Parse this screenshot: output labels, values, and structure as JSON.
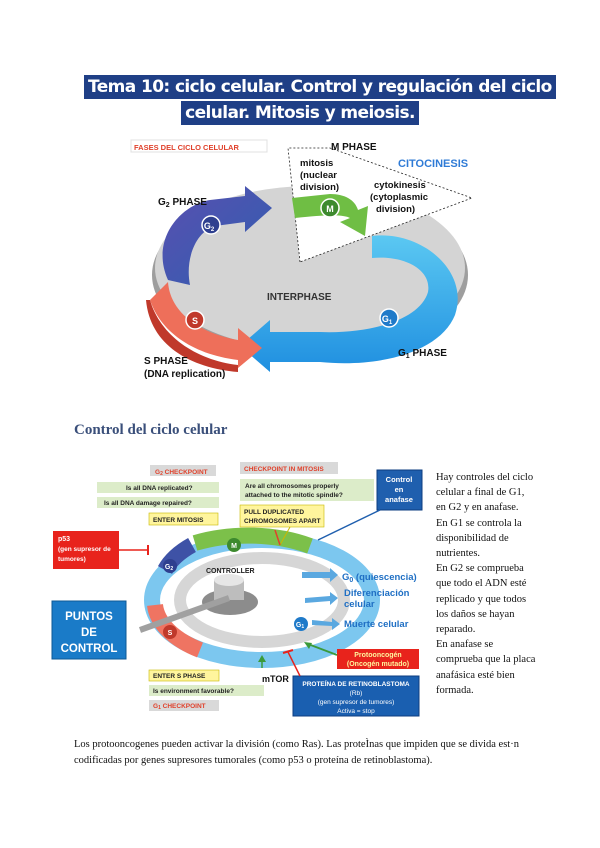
{
  "title": {
    "line1": "Tema 10: ciclo celular. Control y regulación del ciclo",
    "line2": "celular. Mitosis y meiosis."
  },
  "diagram1": {
    "fases_label": "FASES DEL CICLO CELULAR",
    "m_phase": "M PHASE",
    "mitosis_1": "mitosis",
    "mitosis_2": "(nuclear",
    "mitosis_3": "division)",
    "citocinesis": "CITOCINESIS",
    "cyto_1": "cytokinesis",
    "cyto_2": "(cytoplasmic",
    "cyto_3": "division)",
    "g2_phase": "G",
    "g2_sub": "2",
    "g2_phase_rest": " PHASE",
    "interphase": "INTERPHASE",
    "g1_phase": "G",
    "g1_sub": "1",
    "g1_phase_rest": " PHASE",
    "s_phase_1": "S PHASE",
    "s_phase_2": "(DNA replication)",
    "badge_m": "M",
    "badge_g2": "G",
    "badge_g2_sub": "2",
    "badge_s": "S",
    "badge_g1": "G",
    "badge_g1_sub": "1"
  },
  "section_heading": "Control del ciclo celular",
  "diagram2": {
    "g2_checkpoint": "G",
    "g2_checkpoint_sub": "2",
    "g2_checkpoint_rest": " CHECKPOINT",
    "q_dna_replicated": "Is all DNA replicated?",
    "q_dna_damage": "Is all DNA damage repaired?",
    "enter_mitosis": "ENTER MITOSIS",
    "checkpoint_mitosis": "CHECKPOINT IN MITOSIS",
    "q_spindle_1": "Are all chromosomes properly",
    "q_spindle_2": "attached to the mitotic spindle?",
    "pull_1": "PULL DUPLICATED",
    "pull_2": "CHROMOSOMES APART",
    "control_1": "Control",
    "control_2": "en",
    "control_3": "anafase",
    "p53_1": "p53",
    "p53_2": "(gen supresor de",
    "p53_3": "tumores)",
    "puntos_1": "PUNTOS",
    "puntos_2": "DE",
    "puntos_3": "CONTROL",
    "controller": "CONTROLLER",
    "g0": "G",
    "g0_sub": "0",
    "g0_rest": " (quiescencia)",
    "diferenciacion_1": "Diferenciación",
    "diferenciacion_2": "celular",
    "muerte": "Muerte celular",
    "proto_1": "Protooncogén",
    "proto_2": "(Oncogén mutado)",
    "enter_s": "ENTER S PHASE",
    "q_env": "Is environment favorable?",
    "g1_checkpoint": "G",
    "g1_checkpoint_sub": "1",
    "g1_checkpoint_rest": " CHECKPOINT",
    "mtor": "mTOR",
    "rb_1": "PROTEÍNA DE RETINOBLASTOMA",
    "rb_2": "(Rb)",
    "rb_3": "(gen supresor de tumores)",
    "rb_4": "Activa = stop",
    "badge_m": "M",
    "badge_g2": "G",
    "badge_g2_sub": "2",
    "badge_s": "S",
    "badge_g1": "G",
    "badge_g1_sub": "1"
  },
  "side_text": [
    "Hay controles del ciclo celular a final de G1, en G2 y en anafase.",
    "En G1 se controla la disponibilidad de nutrientes.",
    "En G2 se comprueba que todo el ADN esté replicado y que todos los daños se hayan reparado.",
    "En anafase se comprueba que la placa anafásica esté bien formada."
  ],
  "footer": "Los protooncogenes pueden activar la división (como Ras). Las proteÌnas que impiden que se divida est·n codificadas por genes supresores tumorales (como p53 o proteína de retinoblastoma)."
}
